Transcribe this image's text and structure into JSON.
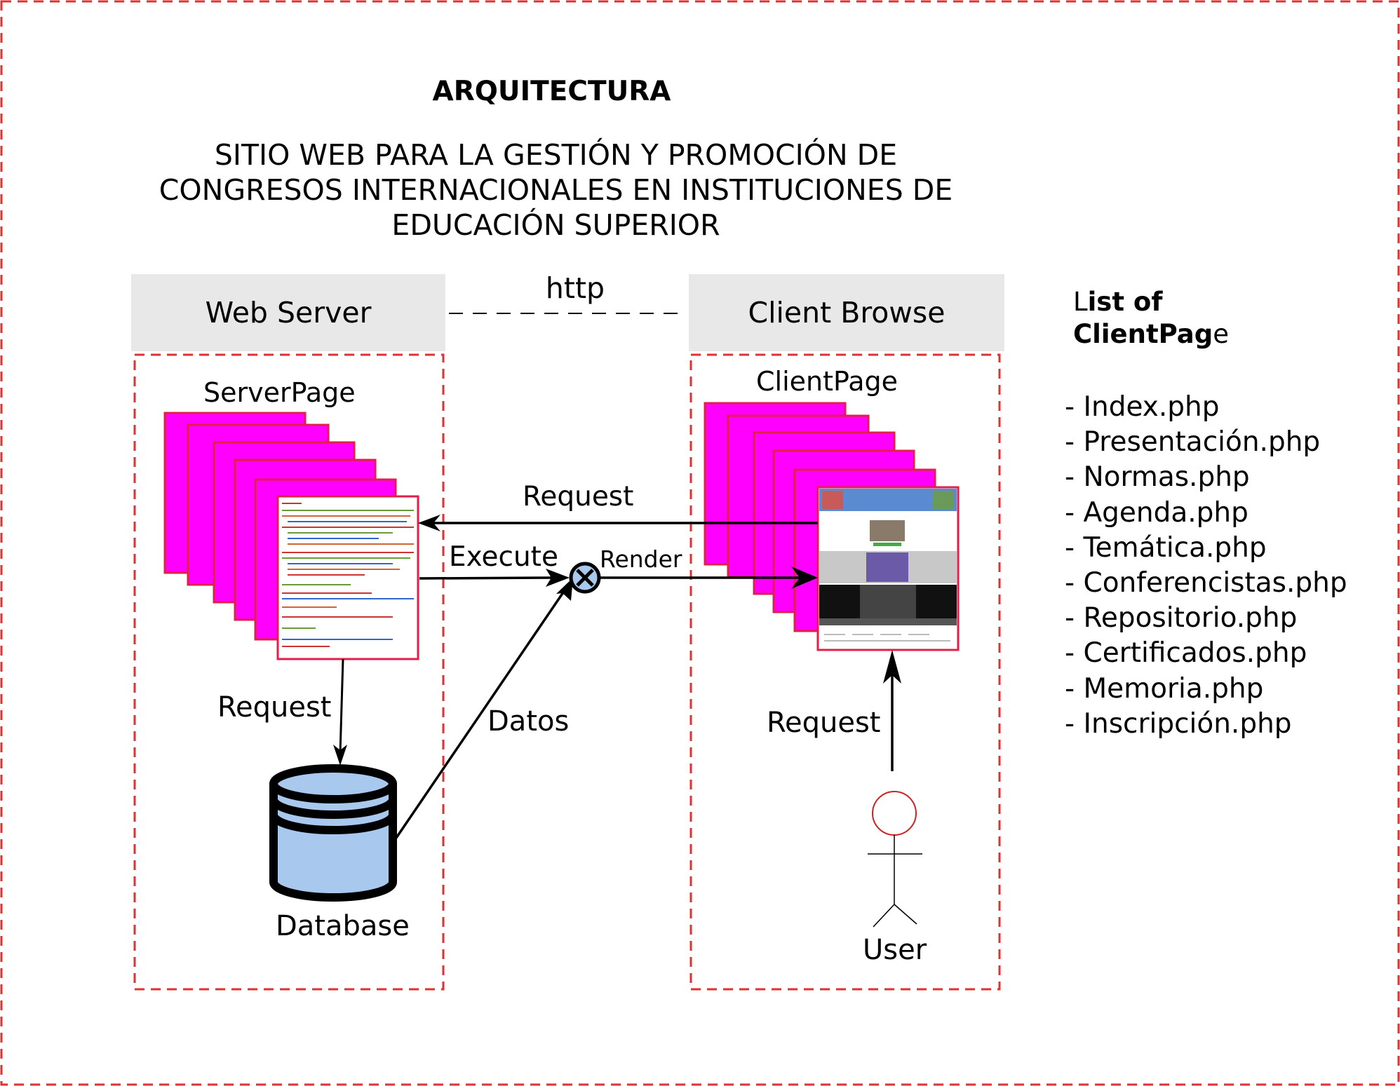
{
  "title": "ARQUITECTURA",
  "subtitle_lines": [
    "SITIO WEB PARA LA GESTIÓN Y PROMOCIÓN DE",
    "CONGRESOS INTERNACIONALES EN INSTITUCIONES DE",
    "EDUCACIÓN SUPERIOR"
  ],
  "web_server": {
    "label": "Web Server",
    "page_label": "ServerPage",
    "request_label": "Request",
    "database_label": "Database"
  },
  "client_browser": {
    "label": "Client Browse",
    "page_label": "ClientPage",
    "request_label": "Request",
    "user_label": "User"
  },
  "connection": {
    "protocol_label": "http"
  },
  "flows": {
    "request_label": "Request",
    "execute_label": "Execute",
    "render_label": "Render",
    "data_label": "Datos"
  },
  "list": {
    "title_prefix": "L",
    "title_bold_1": "ist of",
    "title_bold_2": "ClientPag",
    "title_suffix": "e",
    "items": [
      "- Index.php",
      "- Presentación.php",
      "- Normas.php",
      "- Agenda.php",
      "- Temática.php",
      "- Conferencistas.php",
      "- Repositorio.php",
      "- Certificados.php",
      "- Memoria.php",
      "- Inscripción.php"
    ]
  },
  "colors": {
    "border_dashed": "#e03030",
    "header_bg": "#e8e8e8",
    "page_fill": "#ff00ff",
    "page_border": "#e0204a",
    "database_fill": "#a8c8ee",
    "user_circle": "#cc2222"
  }
}
